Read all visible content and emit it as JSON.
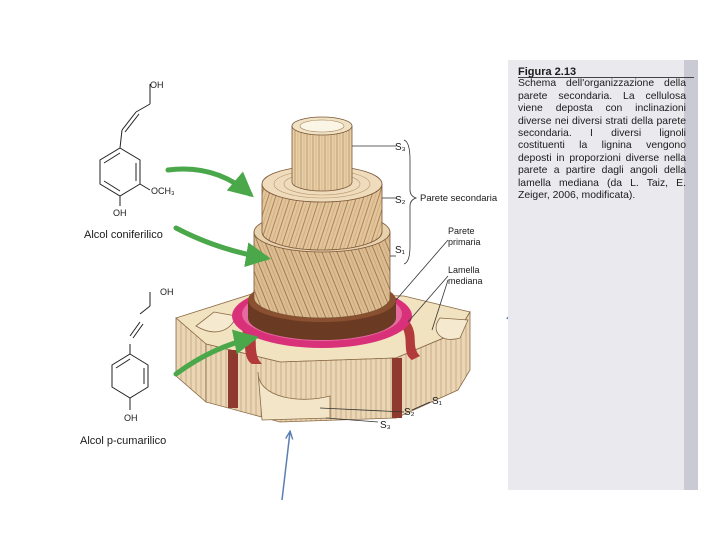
{
  "structures": {
    "coniferyl": {
      "oh_top": "OH",
      "och3": "OCH₃",
      "oh_bottom": "OH",
      "name": "Alcol coniferilico"
    },
    "coumaryl": {
      "oh_top": "OH",
      "oh_bottom": "OH",
      "name": "Alcol p-cumarilico"
    }
  },
  "labels": {
    "s3_upper": "S₃",
    "s2_upper": "S₂",
    "s1_upper": "S₁",
    "parete_secondaria": "Parete secondaria",
    "parete_primaria_line1": "Parete",
    "parete_primaria_line2": "primaria",
    "lamella_line1": "Lamella",
    "lamella_line2": "mediana",
    "s1_lower": "S₁",
    "s2_lower": "S₂",
    "s3_lower": "S₃"
  },
  "caption": {
    "title": "Figura 2.13",
    "text": "Schema dell'organizzazione della parete secondaria. La cellulosa viene deposta con inclinazioni diverse nei diversi strati della parete secondaria. I diversi lignoli costituenti la lignina vengono deposti in proporzioni diverse nella parete a partire dagli angoli della lamella mediana (da L. Taiz, E. Zeiger, 2006, modificata)."
  },
  "colors": {
    "arrow_green": "#4aa84a",
    "lamella_pink": "#d8317a",
    "primary_wall_brown": "#6b3a22",
    "wood_light": "#e9d4b0",
    "wood_medium": "#d2b188",
    "wood_dark": "#9c6c44",
    "pointer_blue": "#5b7fb0",
    "caption_bg": "#e9e9ee"
  }
}
